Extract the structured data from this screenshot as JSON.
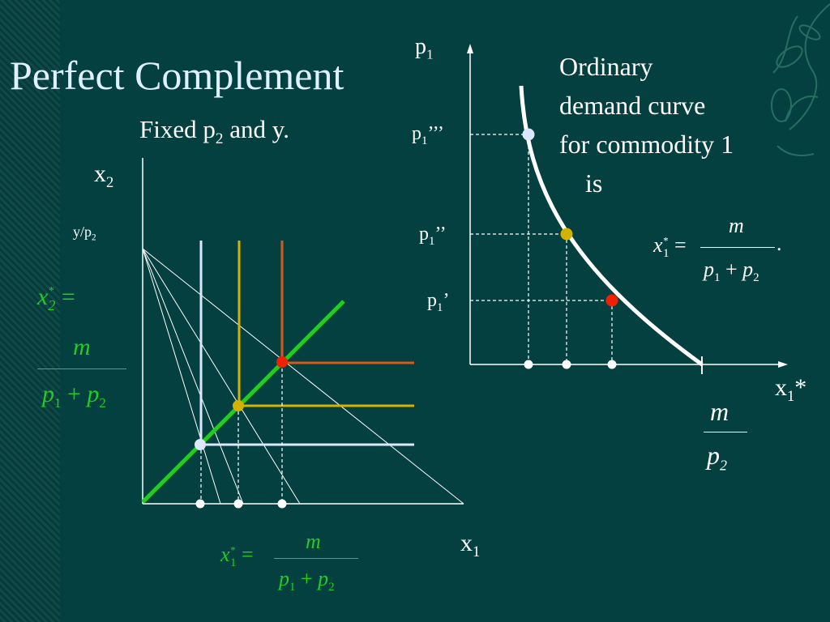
{
  "slide": {
    "title": "Perfect Complement",
    "subtitle_pre": "Fixed p",
    "subtitle_sub": "2",
    "subtitle_post": " and y."
  },
  "left_graph": {
    "y_axis_label": "x",
    "y_axis_label_sub": "2",
    "x_axis_label": "x",
    "x_axis_label_sub": "1",
    "intercept_label": "y/p",
    "intercept_label_sub": "2"
  },
  "right_graph": {
    "y_axis_label": "p",
    "y_axis_label_sub": "1",
    "x_axis_label": "x",
    "x_axis_label_sub": "1",
    "x_axis_label_sup": "*",
    "price_labels": [
      {
        "base": "p",
        "sub": "1",
        "prime": "’’’"
      },
      {
        "base": "p",
        "sub": "1",
        "prime": "’’"
      },
      {
        "base": "p",
        "sub": "1",
        "prime": "’"
      }
    ]
  },
  "description": {
    "lines": [
      "Ordinary",
      "demand curve",
      "for commodity 1",
      "is"
    ]
  },
  "equations": {
    "x2_lhs": "x",
    "x2_sub": "2",
    "x2_sup": "*",
    "x1_lhs": "x",
    "x1_sub": "1",
    "x1_sup": "*",
    "equals": "=",
    "numerator": "m",
    "denom_p": "p",
    "denom_1": "1",
    "denom_plus": "+",
    "denom_2": "2",
    "period": ".",
    "m_over_p2_num": "m",
    "m_over_p2_den": "p",
    "m_over_p2_sub": "2"
  },
  "colors": {
    "background": "#04403f",
    "expansion_path": "#22cc22",
    "white": "#ffffff",
    "pale_blue": "#dbe8ff",
    "yellow": "#d4b300",
    "red": "#ee2200",
    "red_line": "#d85a1a"
  },
  "icons": {
    "decoration": "floral-ornament-icon"
  }
}
